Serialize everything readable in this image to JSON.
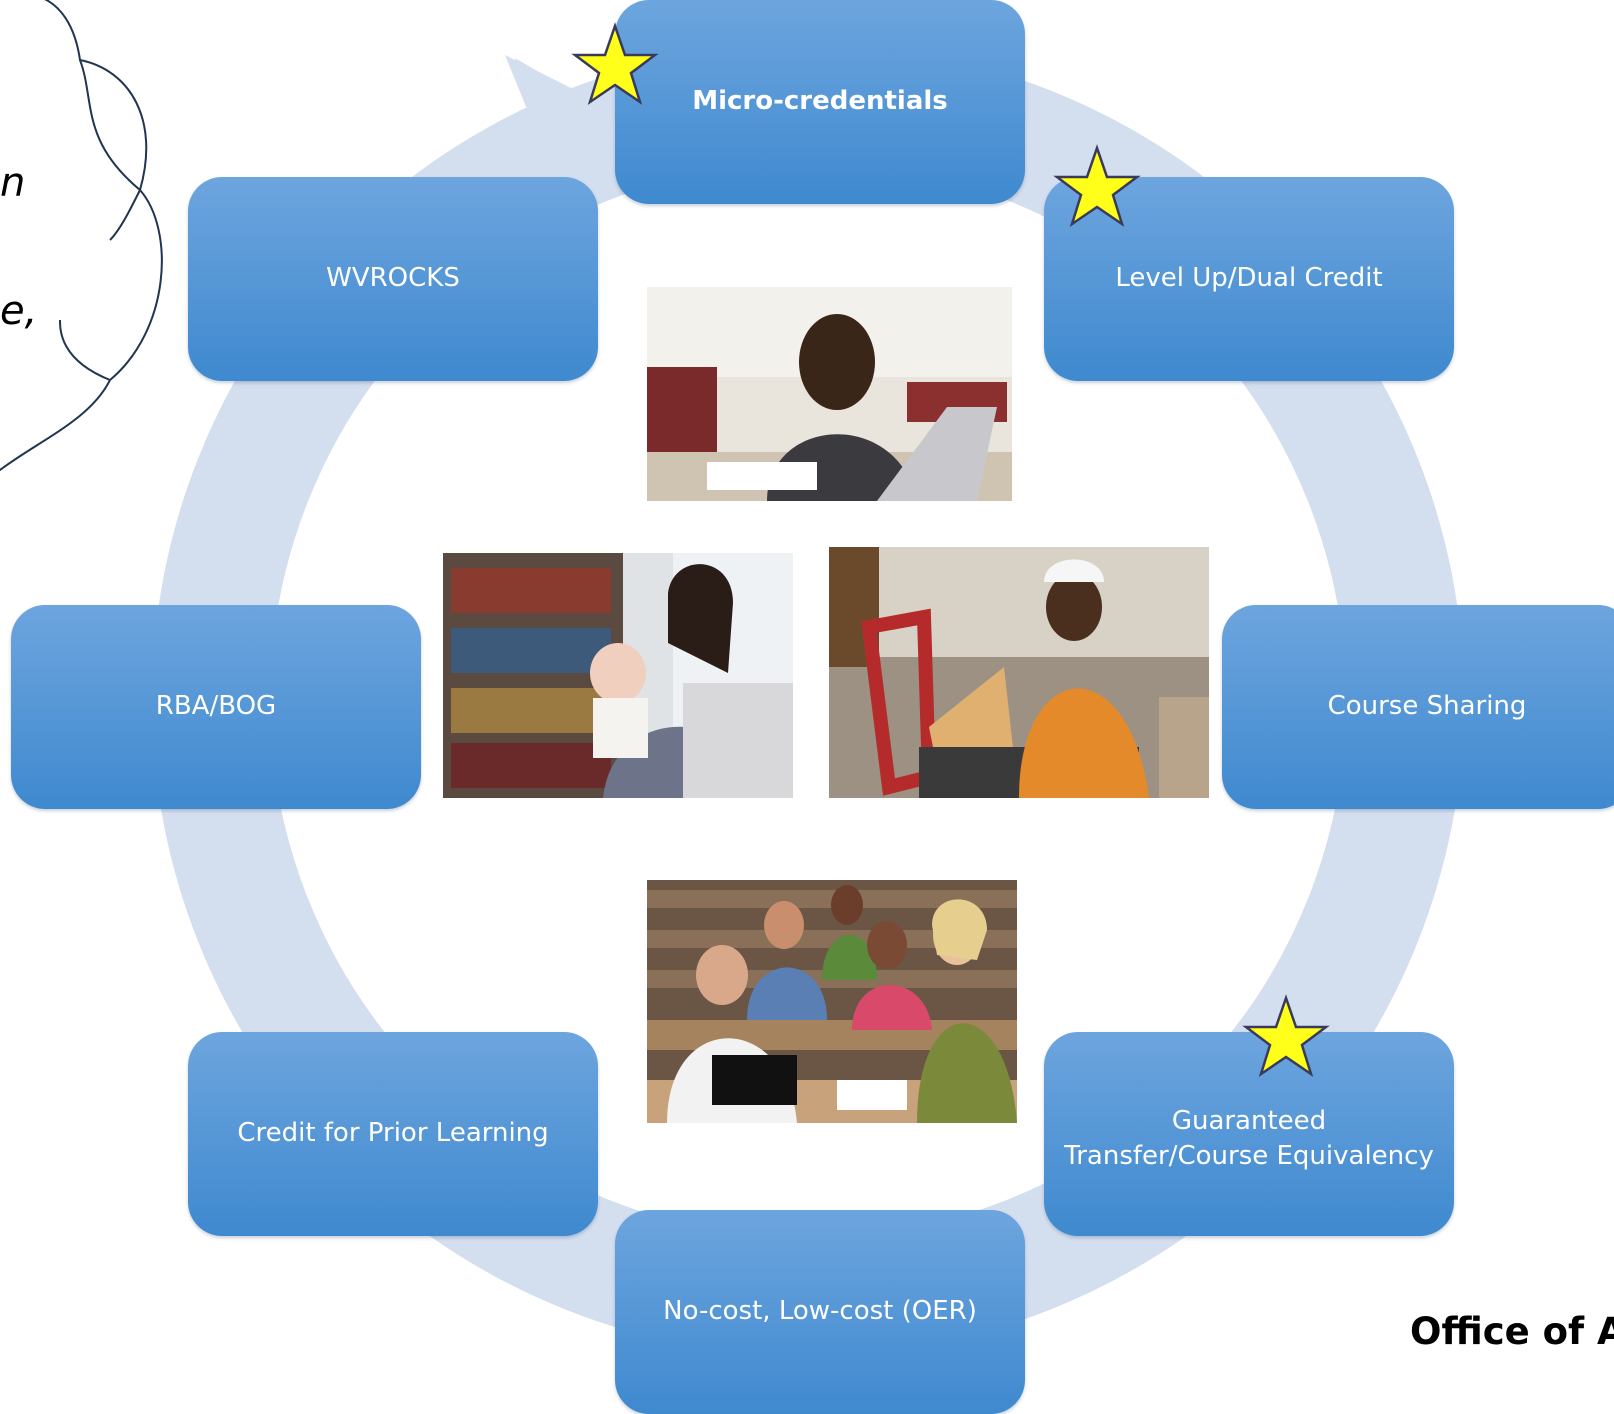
{
  "nodes": {
    "micro_credentials": "Micro-credentials",
    "level_up": "Level Up/Dual Credit",
    "course_sharing": "Course Sharing",
    "guaranteed_transfer": "Guaranteed\nTransfer/Course Equivalency",
    "no_cost": "No-cost, Low-cost (OER)",
    "credit_prior_learning": "Credit for Prior Learning",
    "rba_bog": "RBA/BOG",
    "wvrocks": "WVROCKS"
  },
  "starred_nodes": [
    "Micro-credentials",
    "Level Up/Dual Credit",
    "Guaranteed Transfer/Course Equivalency"
  ],
  "cloud": {
    "fragment_1": "n",
    "fragment_2": "e,"
  },
  "footer": {
    "text": "Office of A"
  },
  "colors": {
    "node_fill": "#4a8fd3",
    "cycle_arrow": "#d3deef",
    "star_fill": "#ffff1a",
    "star_stroke": "#3a3a5a",
    "cloud_stroke": "#1f3550"
  }
}
